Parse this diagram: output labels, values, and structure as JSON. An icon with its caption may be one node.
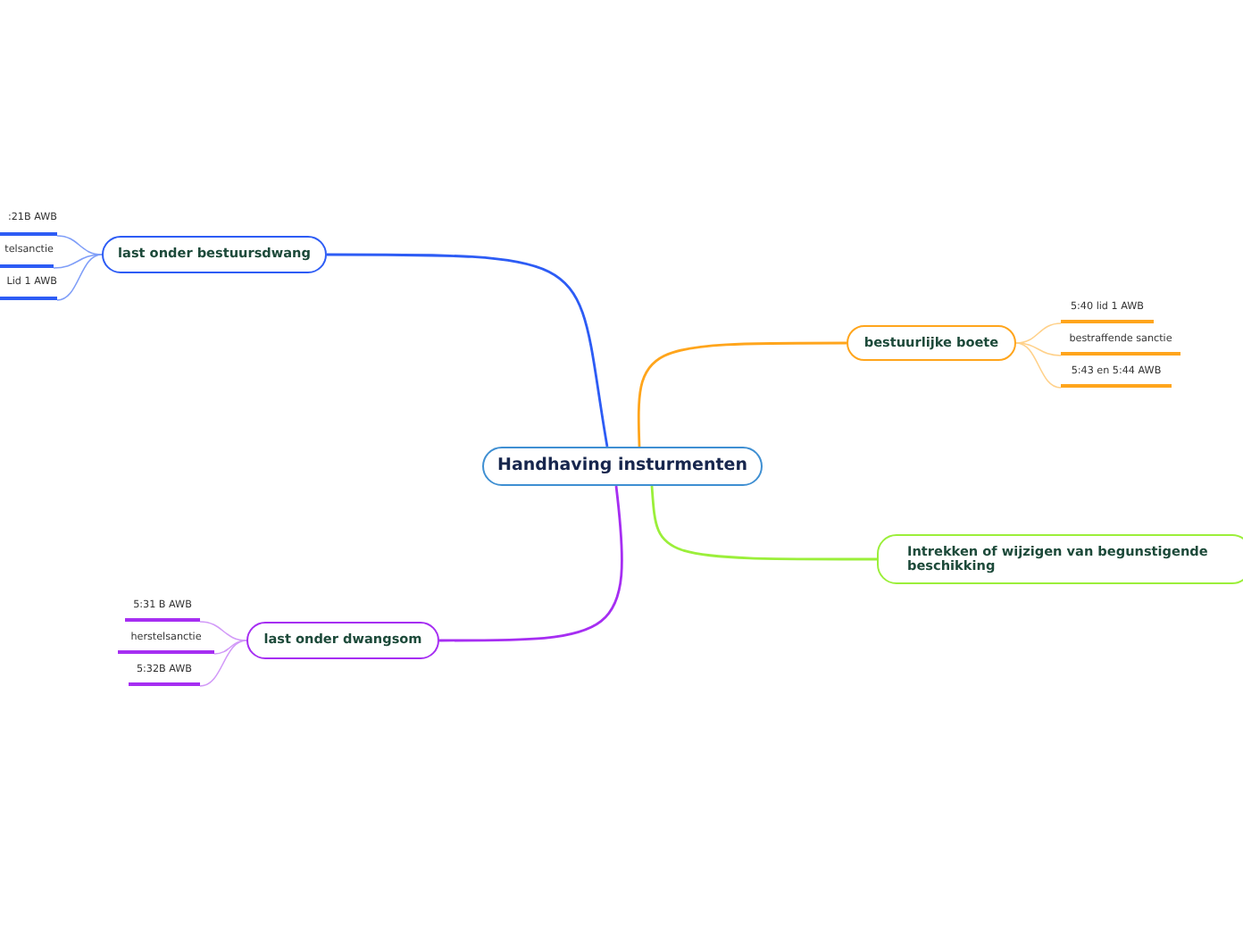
{
  "diagram": {
    "nodes": [
      {
        "text": [
          "Handhaving insturmenten"
        ]
      },
      {
        "text": [
          "last onder bestuursdwang"
        ]
      },
      {
        "text": [
          ":21B AWB"
        ]
      },
      {
        "text": [
          "telsanctie"
        ]
      },
      {
        "text": [
          "Lid 1 AWB"
        ]
      },
      {
        "text": [
          "bestuurlijke boete"
        ]
      },
      {
        "text": [
          "5:40 lid 1 AWB"
        ]
      },
      {
        "text": [
          "bestraffende sanctie"
        ]
      },
      {
        "text": [
          "5:43 en 5:44 AWB"
        ]
      },
      {
        "text": [
          "Intrekken of wijzigen van begunstigende beschikking"
        ]
      },
      {
        "text": [
          "last onder dwangsom"
        ]
      },
      {
        "text": [
          "5:31 B AWB"
        ]
      },
      {
        "text": [
          "herstelsanctie"
        ]
      },
      {
        "text": [
          "5:32B AWB"
        ]
      }
    ],
    "edges": [
      {
        "from": 0,
        "to": 1,
        "arrow": "none",
        "color": "#2d5cf5"
      },
      {
        "from": 1,
        "to": 2,
        "arrow": "none",
        "color": "#7f9ef8"
      },
      {
        "from": 1,
        "to": 3,
        "arrow": "none",
        "color": "#7f9ef8"
      },
      {
        "from": 1,
        "to": 4,
        "arrow": "none",
        "color": "#7f9ef8"
      },
      {
        "from": 0,
        "to": 5,
        "arrow": "none",
        "color": "#ffa51c"
      },
      {
        "from": 5,
        "to": 6,
        "arrow": "none",
        "color": "#ffd18a"
      },
      {
        "from": 5,
        "to": 7,
        "arrow": "none",
        "color": "#ffd18a"
      },
      {
        "from": 5,
        "to": 8,
        "arrow": "none",
        "color": "#ffd18a"
      },
      {
        "from": 0,
        "to": 9,
        "arrow": "none",
        "color": "#9bef3a"
      },
      {
        "from": 0,
        "to": 10,
        "arrow": "none",
        "color": "#a62ef2"
      },
      {
        "from": 10,
        "to": 11,
        "arrow": "none",
        "color": "#d29af8"
      },
      {
        "from": 10,
        "to": 12,
        "arrow": "none",
        "color": "#d29af8"
      },
      {
        "from": 10,
        "to": 13,
        "arrow": "none",
        "color": "#d29af8"
      }
    ]
  }
}
